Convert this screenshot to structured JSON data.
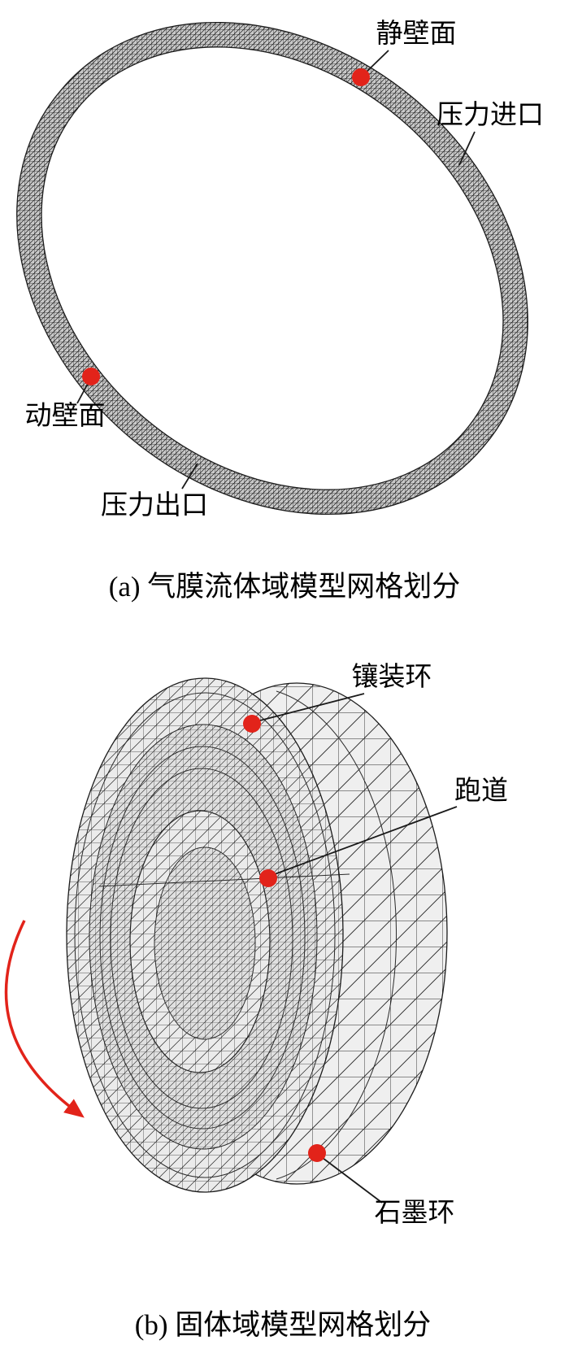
{
  "page": {
    "background": "#ffffff"
  },
  "panel_a": {
    "caption": "(a) 气膜流体域模型网格划分",
    "labels": {
      "static_wall": "静壁面",
      "pressure_inlet": "压力进口",
      "moving_wall": "动壁面",
      "pressure_outlet": "压力出口"
    }
  },
  "panel_b": {
    "caption": "(b) 固体域模型网格划分",
    "labels": {
      "insert_ring": "镶装环",
      "raceway": "跑道",
      "graphite_ring": "石墨环"
    }
  },
  "colors": {
    "marker_red": "#e2231a",
    "mesh_line": "#222222",
    "leader_line": "#1a1a1a",
    "text": "#000000",
    "background": "#ffffff"
  }
}
